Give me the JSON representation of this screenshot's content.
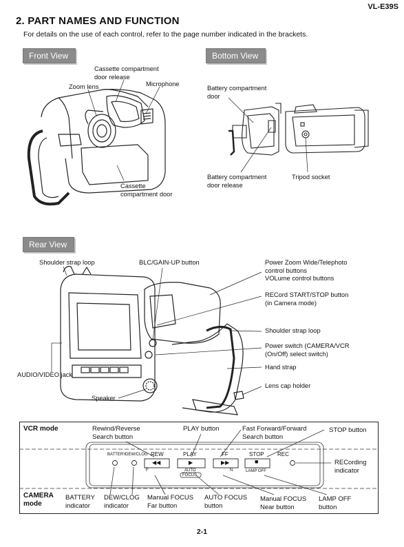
{
  "header": {
    "model": "VL-E39S"
  },
  "section": {
    "title": "2. PART NAMES AND FUNCTION",
    "intro": "For details on the use of each control, refer to the page number indicated in the brackets."
  },
  "views": {
    "front": "Front View",
    "bottom": "Bottom View",
    "rear": "Rear View"
  },
  "front_labels": {
    "cassette_release_1": "Cassette compartment",
    "cassette_release_2": "door release",
    "zoom_lens": "Zoom lens",
    "microphone": "Microphone",
    "cassette_door_1": "Cassette",
    "cassette_door_2": "compartment door"
  },
  "bottom_labels": {
    "battery_door_1": "Battery compartment",
    "battery_door_2": "door",
    "battery_release_1": "Battery compartment",
    "battery_release_2": "door release",
    "tripod": "Tripod socket"
  },
  "rear_labels": {
    "shoulder_strap_left": "Shoulder strap loop",
    "blc_gain": "BLC/GAIN-UP button",
    "power_zoom_1": "Power Zoom Wide/Telephoto",
    "power_zoom_2": "control buttons",
    "power_zoom_3": "VOLume control buttons",
    "record_1": "RECord START/STOP button",
    "record_2": "(in Camera mode)",
    "shoulder_strap_right": "Shoulder strap loop",
    "power_switch_1": "Power switch (CAMERA/VCR",
    "power_switch_2": "(On/Off) select switch)",
    "hand_strap": "Hand strap",
    "lens_cap": "Lens cap holder",
    "av_jack": "AUDIO/VIDEO jack",
    "speaker": "Speaker"
  },
  "panel": {
    "vcr_mode": "VCR mode",
    "camera_mode_1": "CAMERA",
    "camera_mode_2": "mode",
    "top": {
      "rewind_1": "Rewind/Reverse",
      "rewind_2": "Search button",
      "play": "PLAY button",
      "ff_1": "Fast Forward/Forward",
      "ff_2": "Search button",
      "stop": "STOP button",
      "rec_1": "RECording",
      "rec_2": "indicator"
    },
    "device": {
      "battery": "BATTERY",
      "dewclog": "DEW/CLOG",
      "rew": "REW",
      "rew_symbol": "◀◀",
      "play": "PLAY",
      "play_symbol": "▶",
      "ff": "FF",
      "ff_symbol": "▶▶",
      "stop": "STOP",
      "stop_symbol": "■",
      "rec": "REC",
      "f": "F",
      "n": "N",
      "auto": "AUTO",
      "focus": "FOCUS",
      "lamp_off": "LAMP OFF"
    },
    "bottom": {
      "battery_1": "BATTERY",
      "battery_2": "indicator",
      "dew_1": "DEW/CLOG",
      "dew_2": "indicator",
      "mf_far_1": "Manual FOCUS",
      "mf_far_2": "Far button",
      "af_1": "AUTO FOCUS",
      "af_2": "button",
      "mf_near_1": "Manual FOCUS",
      "mf_near_2": "Near button",
      "lamp_1": "LAMP OFF",
      "lamp_2": "button"
    }
  },
  "footer": {
    "page": "2-1"
  }
}
